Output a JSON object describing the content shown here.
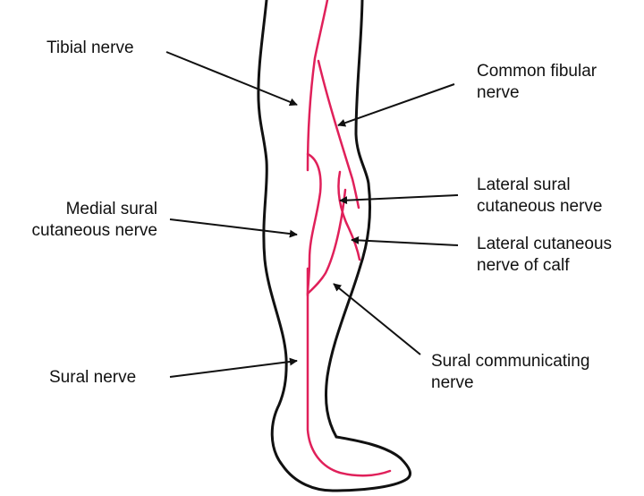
{
  "colors": {
    "outline": "#111111",
    "nerve": "#e0205a",
    "arrow": "#111111",
    "background": "#ffffff"
  },
  "labels": {
    "tibial": [
      "Tibial nerve"
    ],
    "common_fibular": [
      "Common fibular",
      "nerve"
    ],
    "lateral_sural_cutaneous": [
      "Lateral sural",
      "cutaneous nerve"
    ],
    "lateral_cutaneous_calf": [
      "Lateral cutaneous",
      "nerve of calf"
    ],
    "medial_sural_cutaneous": [
      "Medial sural",
      "cutaneous nerve"
    ],
    "sural_communicating": [
      "Sural communicating",
      "nerve"
    ],
    "sural": [
      "Sural nerve"
    ]
  }
}
